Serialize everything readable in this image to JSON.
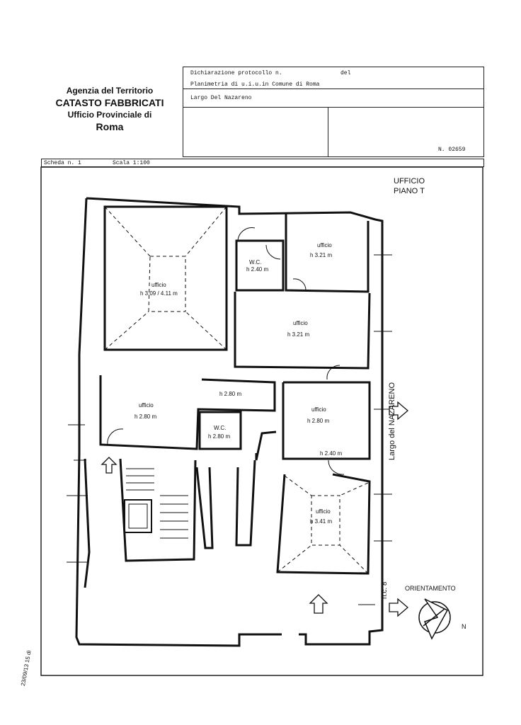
{
  "agency": {
    "line1": "Agenzia del Territorio",
    "line2": "CATASTO FABBRICATI",
    "line3": "Ufficio Provinciale di",
    "line4": "Roma"
  },
  "header": {
    "protocol_label": "Dichiarazione protocollo n.",
    "protocol_del": "del",
    "plan_line": "Planimetria di u.i.u.in Comune di Roma",
    "address_line": "Largo Del Nazareno",
    "number": "N. 02659"
  },
  "scheda": {
    "label": "Scheda n. 1",
    "scale": "Scala 1:100"
  },
  "unit": {
    "type": "UFFICIO",
    "floor": "PIANO T"
  },
  "rooms": [
    {
      "name": "ufficio",
      "height": "h 3.09 / 4.11 m"
    },
    {
      "name": "W.C.",
      "height": "h 2.40 m"
    },
    {
      "name": "ufficio",
      "height": "h 3.21 m"
    },
    {
      "name": "ufficio",
      "height": "h 3.21 m"
    },
    {
      "name": "",
      "height": "h 2.80 m"
    },
    {
      "name": "ufficio",
      "height": "h 2.80 m"
    },
    {
      "name": "W.C.",
      "height": "h 2.80 m"
    },
    {
      "name": "ufficio",
      "height": "h 2.80 m"
    },
    {
      "name": "",
      "height": "h 2.40 m"
    },
    {
      "name": "ufficio",
      "height": "h 3.41 m"
    }
  ],
  "street": "Largo del NAZARENO",
  "civic": "n.c. 8",
  "orientation": {
    "label": "ORIENTAMENTO",
    "north": "N"
  },
  "stamp": "23/09/13 15 di"
}
